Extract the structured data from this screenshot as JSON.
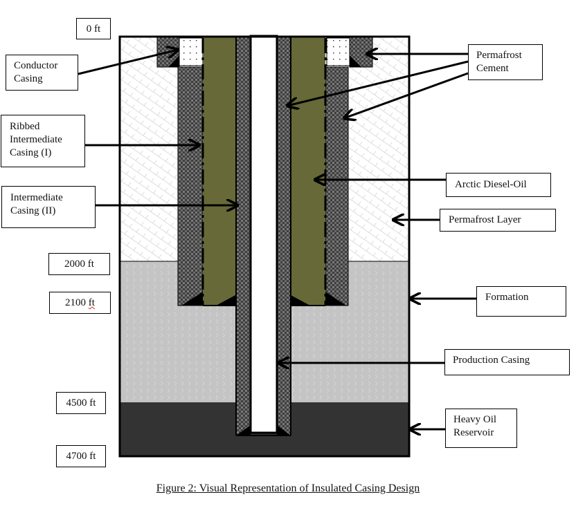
{
  "figure": {
    "caption": "Figure 2: Visual Representation of Insulated Casing Design",
    "depth_markers": [
      {
        "label": "0 ft",
        "depth_ft": 0
      },
      {
        "label": "2000 ft",
        "depth_ft": 2000
      },
      {
        "label": "2100 ft",
        "depth_ft": 2100
      },
      {
        "label": "4500 ft",
        "depth_ft": 4500
      },
      {
        "label": "4700 ft",
        "depth_ft": 4700
      }
    ],
    "left_labels": [
      {
        "id": "conductor-casing",
        "text": "Conductor\nCasing"
      },
      {
        "id": "ribbed-intermediate-casing",
        "text": "Ribbed\nIntermediate\nCasing (I)"
      },
      {
        "id": "intermediate-casing-ii",
        "text": "Intermediate\nCasing (II)"
      }
    ],
    "right_labels": [
      {
        "id": "permafrost-cement",
        "text": "Permafrost\nCement"
      },
      {
        "id": "arctic-diesel-oil",
        "text": "Arctic Diesel-Oil"
      },
      {
        "id": "permafrost-layer",
        "text": "Permafrost Layer"
      },
      {
        "id": "formation",
        "text": "Formation"
      },
      {
        "id": "production-casing",
        "text": "Production Casing"
      },
      {
        "id": "heavy-oil-reservoir",
        "text": "Heavy Oil\nReservoir"
      }
    ],
    "layers": [
      {
        "name": "Permafrost Layer",
        "top_ft": 0,
        "bottom_ft": 2000
      },
      {
        "name": "Formation",
        "top_ft": 2000,
        "bottom_ft": 4500
      },
      {
        "name": "Heavy Oil Reservoir",
        "top_ft": 4500,
        "bottom_ft": 4700
      }
    ],
    "colors": {
      "permafrost": "#ffffff",
      "formation": "#c4c4c4",
      "reservoir": "#333333",
      "cement": "#4a4a4a",
      "diesel": "#676a38",
      "outline": "#000000"
    }
  }
}
